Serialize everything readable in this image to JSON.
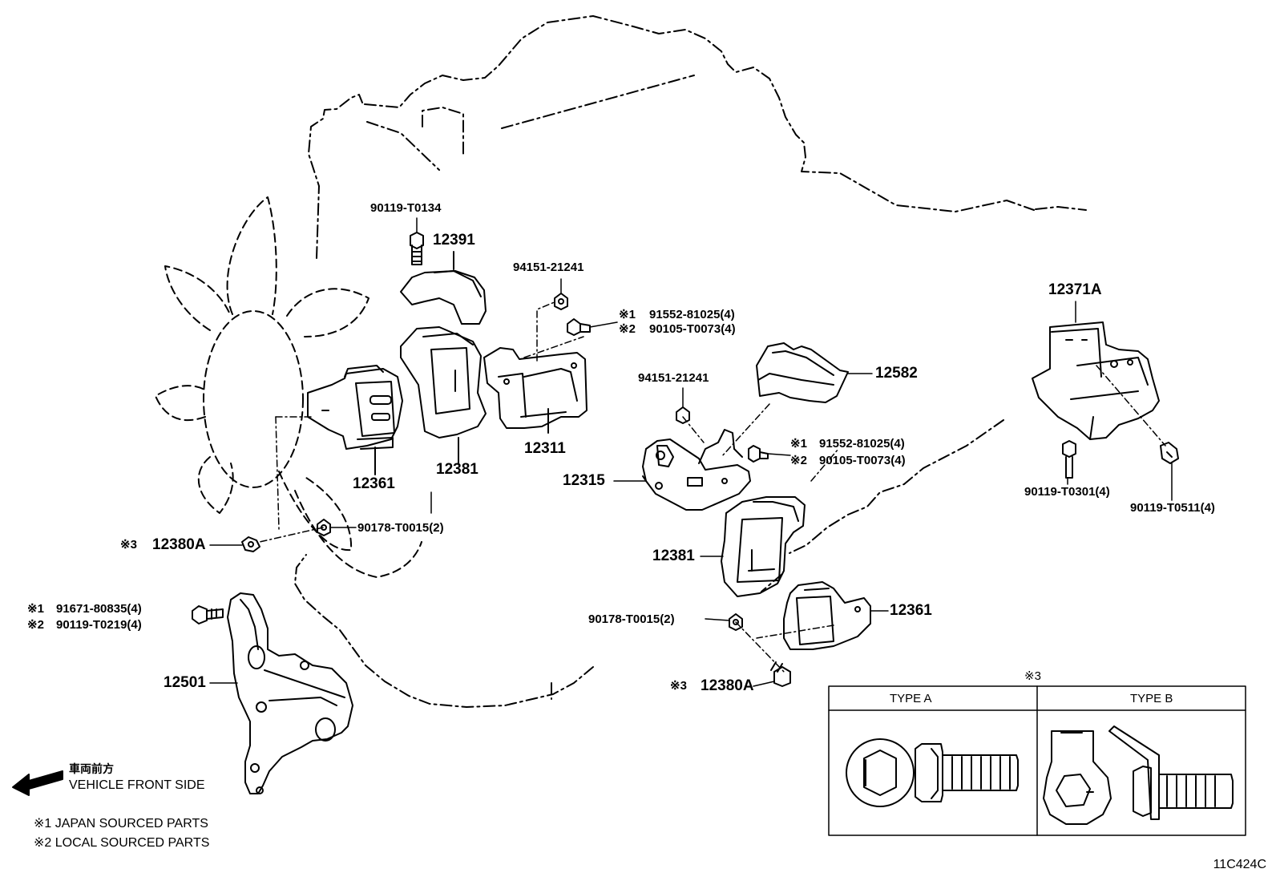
{
  "labels": {
    "b_90119_T0134": "90119-T0134",
    "p_12391": "12391",
    "n_94151_21241_a": "94151-21241",
    "mark1_a": "※1",
    "b_91552_81025_a": "91552-81025(4)",
    "mark2_a": "※2",
    "b_90105_T0073_a": "90105-T0073(4)",
    "p_12371A": "12371A",
    "p_12582": "12582",
    "n_94151_21241_b": "94151-21241",
    "mark1_b": "※1",
    "b_91552_81025_b": "91552-81025(4)",
    "mark2_b": "※2",
    "b_90105_T0073_b": "90105-T0073(4)",
    "p_12311": "12311",
    "p_12315": "12315",
    "p_12361_a": "12361",
    "p_12381_a": "12381",
    "b_90119_T0301": "90119-T0301(4)",
    "b_90119_T0511": "90119-T0511(4)",
    "mark3_a": "※3",
    "p_12380A_a": "12380A",
    "n_90178_T0015_a": "90178-T0015(2)",
    "p_12381_b": "12381",
    "mark1_c": "※1",
    "b_91671_80835": "91671-80835(4)",
    "mark2_c": "※2",
    "b_90119_T0219": "90119-T0219(4)",
    "n_90178_T0015_b": "90178-T0015(2)",
    "p_12361_b": "12361",
    "p_12501": "12501",
    "mark3_b": "※3",
    "p_12380A_b": "12380A"
  },
  "front": {
    "jp": "車両前方",
    "en": "VEHICLE FRONT SIDE"
  },
  "legend": {
    "note1": "※1  JAPAN SOURCED PARTS",
    "note2": "※2  LOCAL SOURCED PARTS"
  },
  "type_table": {
    "mark": "※3",
    "type_a": "TYPE A",
    "type_b": "TYPE B"
  },
  "diagram_code": "11C424C"
}
